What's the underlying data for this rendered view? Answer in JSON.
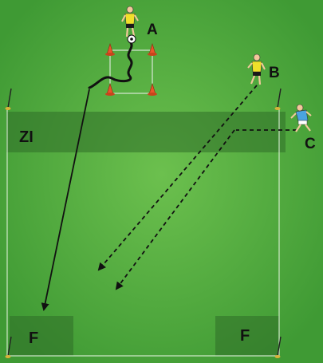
{
  "field": {
    "grass_light": "#6cc04e",
    "grass_dark": "#3f9a34",
    "zone_color": "#2f6e28"
  },
  "labels": {
    "player_a": "A",
    "player_b": "B",
    "player_c": "C",
    "zone_label": "ZI",
    "goal_left": "F",
    "goal_right": "F"
  },
  "players": {
    "a_jersey": "#f0e02a",
    "b_jersey": "#f0e02a",
    "c_jersey": "#4aa3e0"
  },
  "icons": {
    "cone": "cone-icon",
    "ball": "ball-icon",
    "flag": "corner-flag-icon"
  }
}
